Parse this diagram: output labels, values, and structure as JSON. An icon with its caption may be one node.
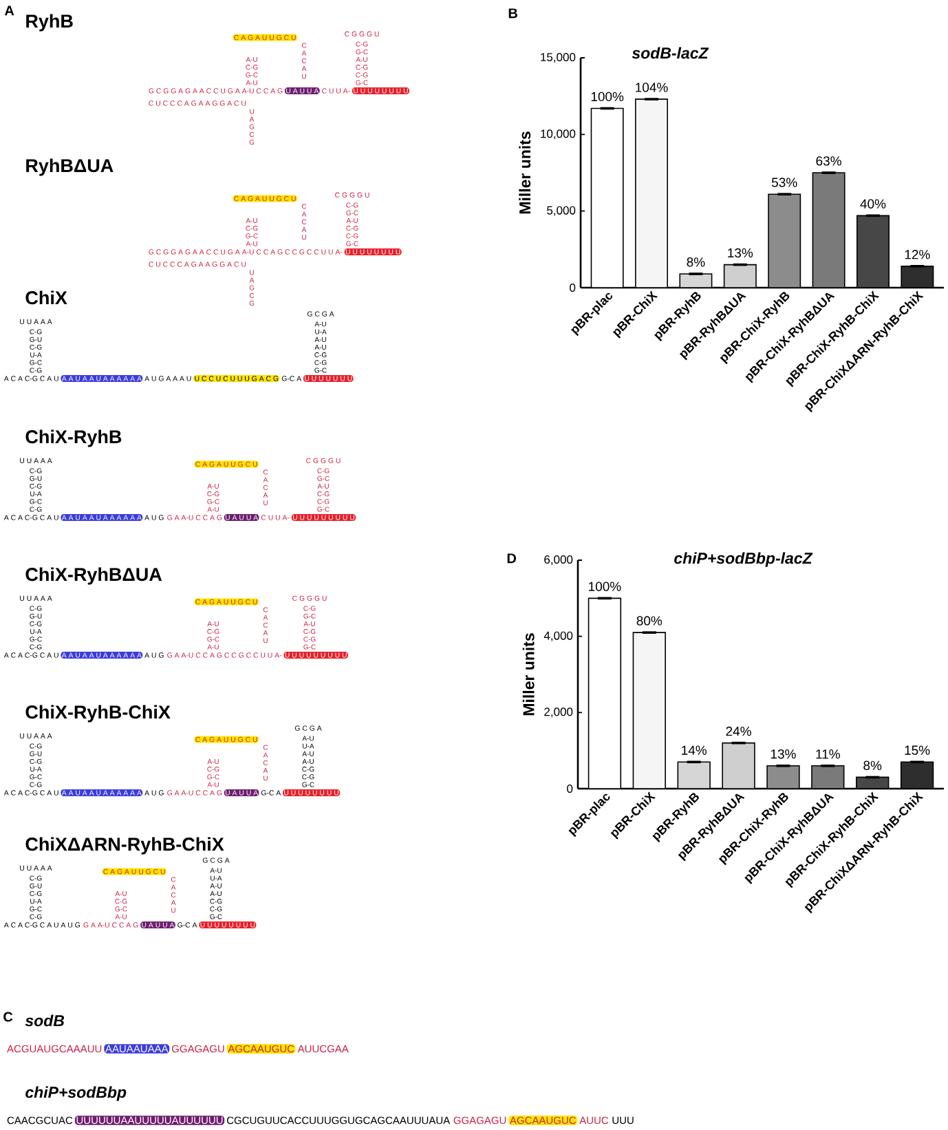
{
  "diagram": {
    "labels": [
      "A",
      "RyhB",
      "C A G A U U G C U",
      "A-U C-G G-C A-U",
      "C A C A U",
      "C G G G U",
      "C-G G-C A-U C-G C-G G-C",
      "G C G G A G A A C C U G A A-U C C A G",
      "U A U U A",
      "C U U A-",
      "U U U U U U U U",
      "C U C C C A G A A G G A C U",
      "U A G C G",
      "RyhBΔUA",
      "C A G A U U G C U",
      "A-U C-G G-C A-U",
      "C A C A U",
      "C G G G U",
      "C-G G-C A-U C-G C-G G-C",
      "G C G G A G A A C C U G A A-U C C A G C C G C C U U A-",
      "U U U U U U U U",
      "C U C C C A G A A G G A C U",
      "U A G C G",
      "ChiX",
      "U U A A A",
      "C-G G-U C-G U-A G-C C-G",
      "G C G A",
      "A-U U-A A-U A-U C-G C-G G-C",
      "A C A C-G C A U",
      "A A U A A U A A A A A A",
      "A U G A A A U",
      "U C C U C U U U G A C G",
      "G-C A",
      "U U U U U U U",
      "ChiX-RyhB",
      "U U A A A",
      "C-G G-U C-G U-A G-C C-G",
      "C A G A U U G C U",
      "A-U C-G G-C A-U",
      "C A C A U",
      "C G G G U",
      "C-G G-C A-U C-G C-G G-C",
      "A C A C-G C A U",
      "A A U A A U A A A A A A",
      "A U G",
      "G A A-U C C A G",
      "U A U U A",
      "C U U A-",
      "U U U U U U U U U",
      "ChiX-RyhBΔUA",
      "U U A A A",
      "C-G G-U C-G U-A G-C C-G",
      "C A G A U U G C U",
      "A-U C-G G-C A-U",
      "C A C A U",
      "C G G G U",
      "C-G G-C A-U C-G C-G G-C",
      "A C A C-G C A U",
      "A A U A A U A A A A A A",
      "A U G",
      "G A A-U C C A G C C G C C U U A-",
      "U U U U U U U U U",
      "ChiX-RyhB-ChiX",
      "U U A A A",
      "C-G G-U C-G U-A G-C C-G",
      "C A G A U U G C U",
      "A-U C-G G-C A-U",
      "C A C A U",
      "G C G A",
      "A-U U-A A-U A-U C-G C-G G-C",
      "A C A C-G C A U",
      "A A U A A U A A A A A A",
      "A U G",
      "G A A-U C C A G",
      "U A U U A",
      "G-C A",
      "U U U U U U U U",
      "ChiXΔARN-RyhB-ChiX",
      "U U A A A",
      "C-G G-U C-G U-A G-C C-G",
      "C A G A U U G C U",
      "A-U C-G G-C A-U",
      "C A C A U",
      "G C G A",
      "A-U U-A A-U A-U C-G C-G G-C",
      "A C A C-G C A U A U G",
      "G A A-U C C A G",
      "U A U U A",
      "G-C A",
      "U U U U U U U U",
      "B",
      "D",
      "C",
      "sodB",
      "ACGUAUGCAAAUU",
      "AAUAAUAAA",
      "GGAGAGU",
      "AGCAAUGUC",
      "AUUCGAA",
      "chiP+sodBbp",
      "CAACGCUAC",
      "UUUUUUAAUUUUUAUUUUUU",
      "CGCUGUUCACCUUUGGUGCAGCAAUUUAUA",
      "GGAGAGU",
      "AGCAAUGUC",
      "AUUC",
      "UUU"
    ],
    "chart_data": [
      {
        "type": "bar",
        "title": "sodB-lacZ",
        "ylabel": "Miller units",
        "categories": [
          "pBR-plac",
          "pBR-ChiX",
          "pBR-RyhB",
          "pBR-RyhBΔUA",
          "pBR-ChiX-RyhB",
          "pBR-ChiX-RyhBΔUA",
          "pBR-ChiX-RyhB-ChiX",
          "pBR-ChiXΔARN-RyhB-ChiX"
        ],
        "values": [
          11700,
          12300,
          900,
          1500,
          6100,
          7500,
          4700,
          1400
        ],
        "ylim": [
          0,
          15000
        ],
        "yticks": [
          {
            "value": 0,
            "label": "0"
          },
          {
            "value": 5000,
            "label": "5,000"
          },
          {
            "value": 10000,
            "label": "10,000"
          },
          {
            "value": 15000,
            "label": "15,000"
          }
        ],
        "annotations": [
          "100%",
          "104%",
          "8%",
          "13%",
          "53%",
          "63%",
          "40%",
          "12%"
        ]
      },
      {
        "type": "bar",
        "title": "chiP+sodBbp-lacZ",
        "ylabel": "Miller units",
        "categories": [
          "pBR-plac",
          "pBR-ChiX",
          "pBR-RyhB",
          "pBR-RyhBΔUA",
          "pBR-ChiX-RyhB",
          "pBR-ChiX-RyhBΔUA",
          "pBR-ChiX-RyhB-ChiX",
          "pBR-ChiXΔARN-RyhB-ChiX"
        ],
        "values": [
          5000,
          4100,
          700,
          1200,
          600,
          600,
          300,
          700
        ],
        "ylim": [
          0,
          6000
        ],
        "yticks": [
          {
            "value": 0,
            "label": "0"
          },
          {
            "value": 2000,
            "label": "2,000"
          },
          {
            "value": 4000,
            "label": "4,000"
          },
          {
            "value": 6000,
            "label": "6,000"
          }
        ],
        "annotations": [
          "100%",
          "80%",
          "14%",
          "24%",
          "13%",
          "11%",
          "8%",
          "15%"
        ]
      }
    ]
  }
}
